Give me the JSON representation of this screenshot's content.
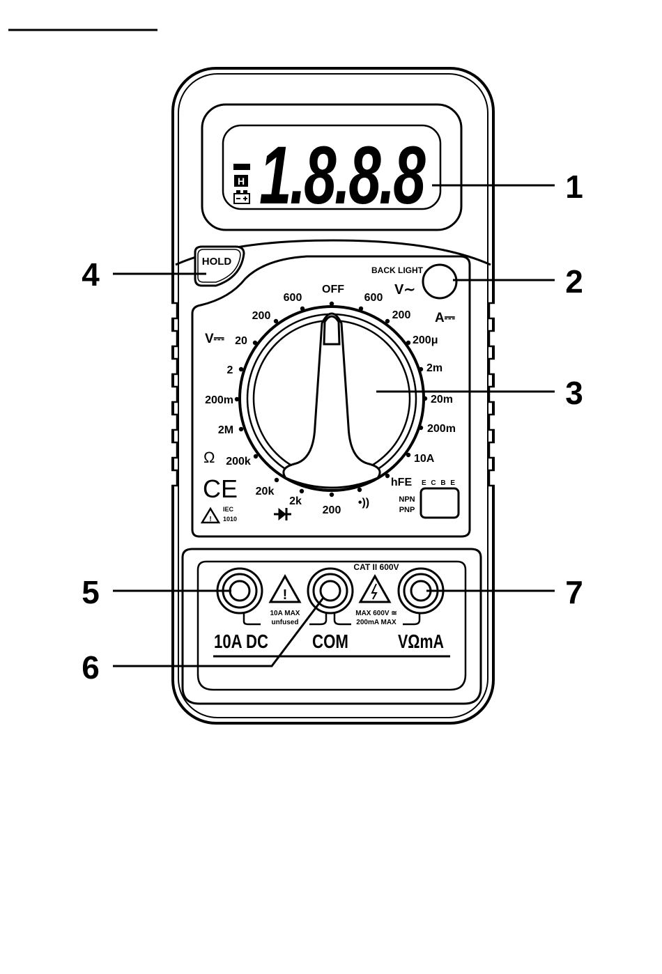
{
  "display": {
    "digits": "1.8.8.8",
    "minus_sign": "‒",
    "hold_indicator": "H",
    "battery_indicator": "battery-icon"
  },
  "buttons": {
    "hold_label": "HOLD",
    "back_light_label": "BACK LIGHT"
  },
  "dial": {
    "off_label": "OFF",
    "section_labels": {
      "v_ac": "V∼",
      "a_dc": "A⎓",
      "v_dc": "V⎓",
      "ohm": "Ω"
    },
    "ranges": {
      "vdc_600": "600",
      "vdc_200": "200",
      "vdc_20": "20",
      "vdc_2": "2",
      "vdc_200m": "200m",
      "ohm_2M": "2M",
      "ohm_200k": "200k",
      "ohm_20k": "20k",
      "ohm_2k": "2k",
      "ohm_200": "200",
      "continuity": "•))",
      "vac_600": "600",
      "vac_200": "200",
      "a_200u": "200μ",
      "a_2m": "2m",
      "a_20m": "20m",
      "a_200m": "200m",
      "a_10A": "10A",
      "hfe": "hFE"
    }
  },
  "hfe_socket": {
    "pins": "E C B E",
    "npn": "NPN",
    "pnp": "PNP"
  },
  "markings": {
    "ce": "CE",
    "iec_line1": "IEC",
    "iec_line2": "1010",
    "cat_rating": "CAT II   600V",
    "warn_10a_line1": "10A MAX",
    "warn_10a_line2": "unfused",
    "warn_v_line1": "MAX 600V ≅",
    "warn_v_line2": "200mA   MAX"
  },
  "jacks": {
    "jack_10a_label": "10A DC",
    "jack_com_label": "COM",
    "jack_v_label": "VΩmA"
  },
  "callouts": [
    "1",
    "2",
    "3",
    "4",
    "5",
    "6",
    "7"
  ]
}
